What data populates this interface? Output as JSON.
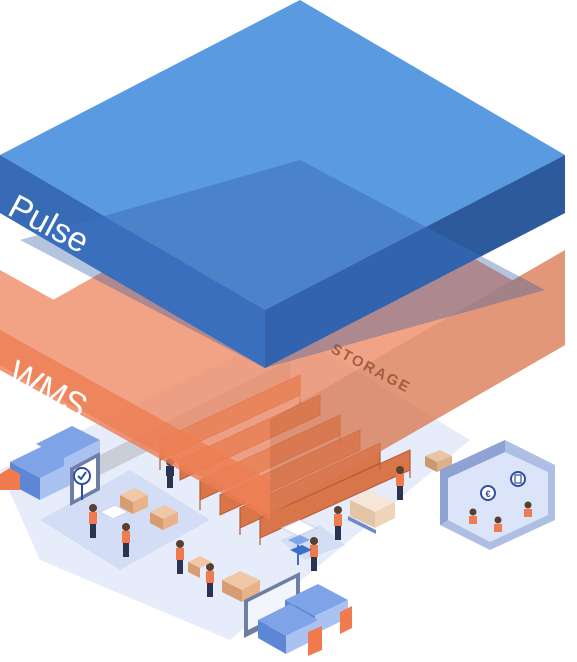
{
  "layers": {
    "pulse": {
      "label": "Pulse",
      "color": "#4f8fd8"
    },
    "wms": {
      "label": "WMS",
      "color": "#ef8a63"
    }
  },
  "warehouse": {
    "zone_label": "STORAGE",
    "floor_color": "#e6ecfa"
  },
  "icons": [
    "delivery-truck-icon",
    "shelving-rack-icon",
    "worker-icon",
    "pallet-boxes-icon",
    "euro-badge-icon",
    "document-badge-icon",
    "checkmark-badge-icon"
  ]
}
